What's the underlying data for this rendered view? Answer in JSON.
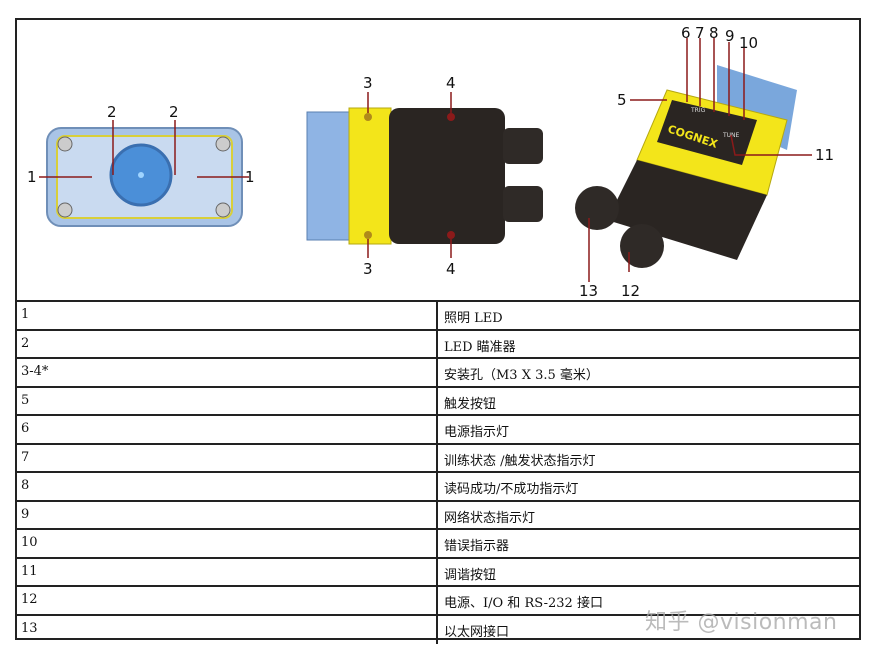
{
  "figure": {
    "front_labels": [
      "1",
      "2",
      "2",
      "1"
    ],
    "side_labels": [
      "3",
      "4",
      "3",
      "4"
    ],
    "iso_labels": [
      "6",
      "7",
      "8",
      "9",
      "10",
      "5",
      "11",
      "13",
      "12"
    ],
    "logo_text": "COGNEX",
    "trig_text": "TRIG",
    "tune_text": "TUNE",
    "colors": {
      "yellow": "#f3e51a",
      "black": "#2a2522",
      "blue": "#7aa7dc",
      "callout": "#8b1a1a"
    }
  },
  "table": {
    "rows": [
      {
        "num": "1",
        "desc": "照明 LED"
      },
      {
        "num": "2",
        "desc": "LED 瞄准器"
      },
      {
        "num": "3-4*",
        "desc": "安装孔（M3 X 3.5 毫米）"
      },
      {
        "num": "5",
        "desc": "触发按钮"
      },
      {
        "num": "6",
        "desc": "电源指示灯"
      },
      {
        "num": "7",
        "desc": "训练状态 /触发状态指示灯"
      },
      {
        "num": "8",
        "desc": "读码成功/不成功指示灯"
      },
      {
        "num": "9",
        "desc": "网络状态指示灯"
      },
      {
        "num": "10",
        "desc": "错误指示器"
      },
      {
        "num": "11",
        "desc": "调谐按钮"
      },
      {
        "num": "12",
        "desc": "电源、I/O 和 RS-232 接口"
      },
      {
        "num": "13",
        "desc": "以太网接口"
      }
    ]
  },
  "watermark": "知乎 @visionman"
}
